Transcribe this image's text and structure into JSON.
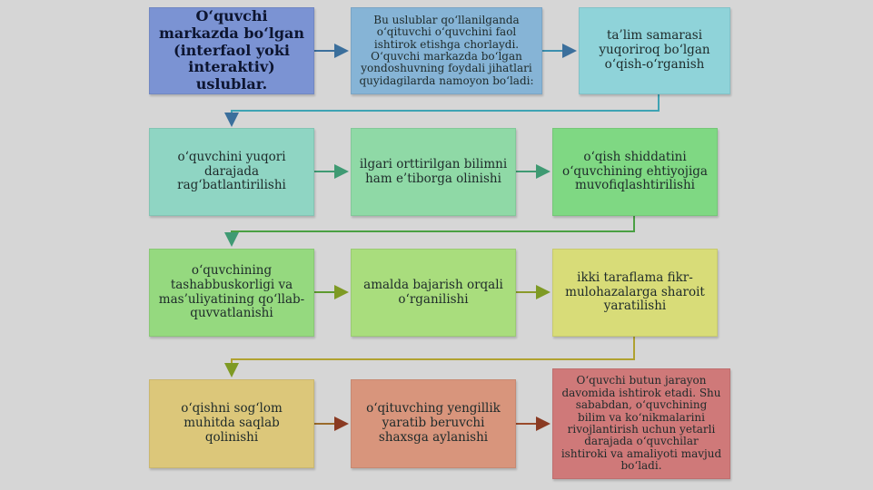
{
  "colors": {
    "background": "#d6d6d6",
    "row1_connector": "#3b6f9c",
    "row2_connector": "#3f9a73",
    "row3_connector": "#8a9a2a",
    "row4_connector": "#9a4a2a"
  },
  "boxes": {
    "b1": {
      "text": "O‘quvchi markazda bo‘lgan (interfaol yoki interaktiv) uslublar.",
      "color": "#7b93d3"
    },
    "b2": {
      "text": "Bu uslublar qo‘llanilganda o‘qituvchi o‘quvchini faol ishtirok etishga chorlaydi. O‘quvchi markazda bo‘lgan yondoshuvning foydali jihatlari quyidagilarda namoyon bo‘ladi:",
      "color": "#86b4d6"
    },
    "b3": {
      "text": "ta’lim samarasi yuqoriroq bo‘lgan o‘qish-o‘rganish",
      "color": "#8fd3d9"
    },
    "b4": {
      "text": "o‘quvchini yuqori darajada rag‘batlantirilishi",
      "color": "#8fd5c3"
    },
    "b5": {
      "text": "ilgari orttirilgan bilimni ham e’tiborga olinishi",
      "color": "#8fd9a6"
    },
    "b6": {
      "text": "o‘qish shiddatini o‘quvchining ehtiyojiga muvofiqlashtirilishi",
      "color": "#7fd883"
    },
    "b7": {
      "text": "o‘quvchining tashabbuskorligi va mas’uliyatining qo‘llab-quvvatlanishi",
      "color": "#95d97f"
    },
    "b8": {
      "text": "amalda bajarish orqali o‘rganilishi",
      "color": "#a9dd7d"
    },
    "b9": {
      "text": "ikki taraflama fikr-mulohazalarga sharoit yaratilishi",
      "color": "#d8dc78"
    },
    "b10": {
      "text": "o‘qishni sog‘lom muhitda saqlab qolinishi",
      "color": "#dcc77a"
    },
    "b11": {
      "text": "o‘qituvching yengillik yaratib beruvchi shaxsga aylanishi",
      "color": "#d8957c"
    },
    "b12": {
      "text": "O‘quvchi butun jarayon davomida ishtirok etadi. Shu sababdan, o‘quvchining bilim va ko‘nikmalarini rivojlantirish uchun yetarli darajada o‘quvchilar ishtiroki va amaliyoti mavjud bo‘ladi.",
      "color": "#cf7979"
    }
  }
}
